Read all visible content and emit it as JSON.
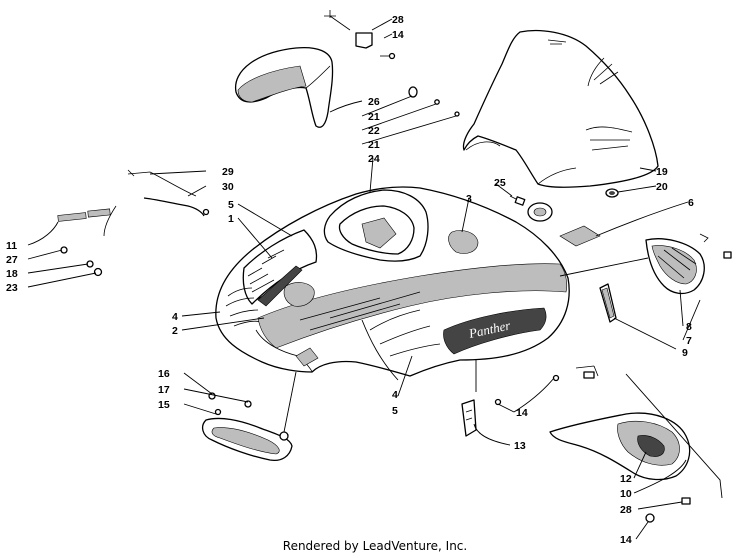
{
  "callouts": [
    "28",
    "14",
    "26",
    "21",
    "22",
    "21",
    "24",
    "19",
    "20",
    "25",
    "3",
    "6",
    "29",
    "30",
    "5",
    "1",
    "11",
    "27",
    "18",
    "23",
    "4",
    "2",
    "8",
    "7",
    "9",
    "16",
    "17",
    "15",
    "4",
    "5",
    "14",
    "13",
    "12",
    "10",
    "28",
    "14"
  ],
  "footer": "Rendered by LeadVenture, Inc."
}
